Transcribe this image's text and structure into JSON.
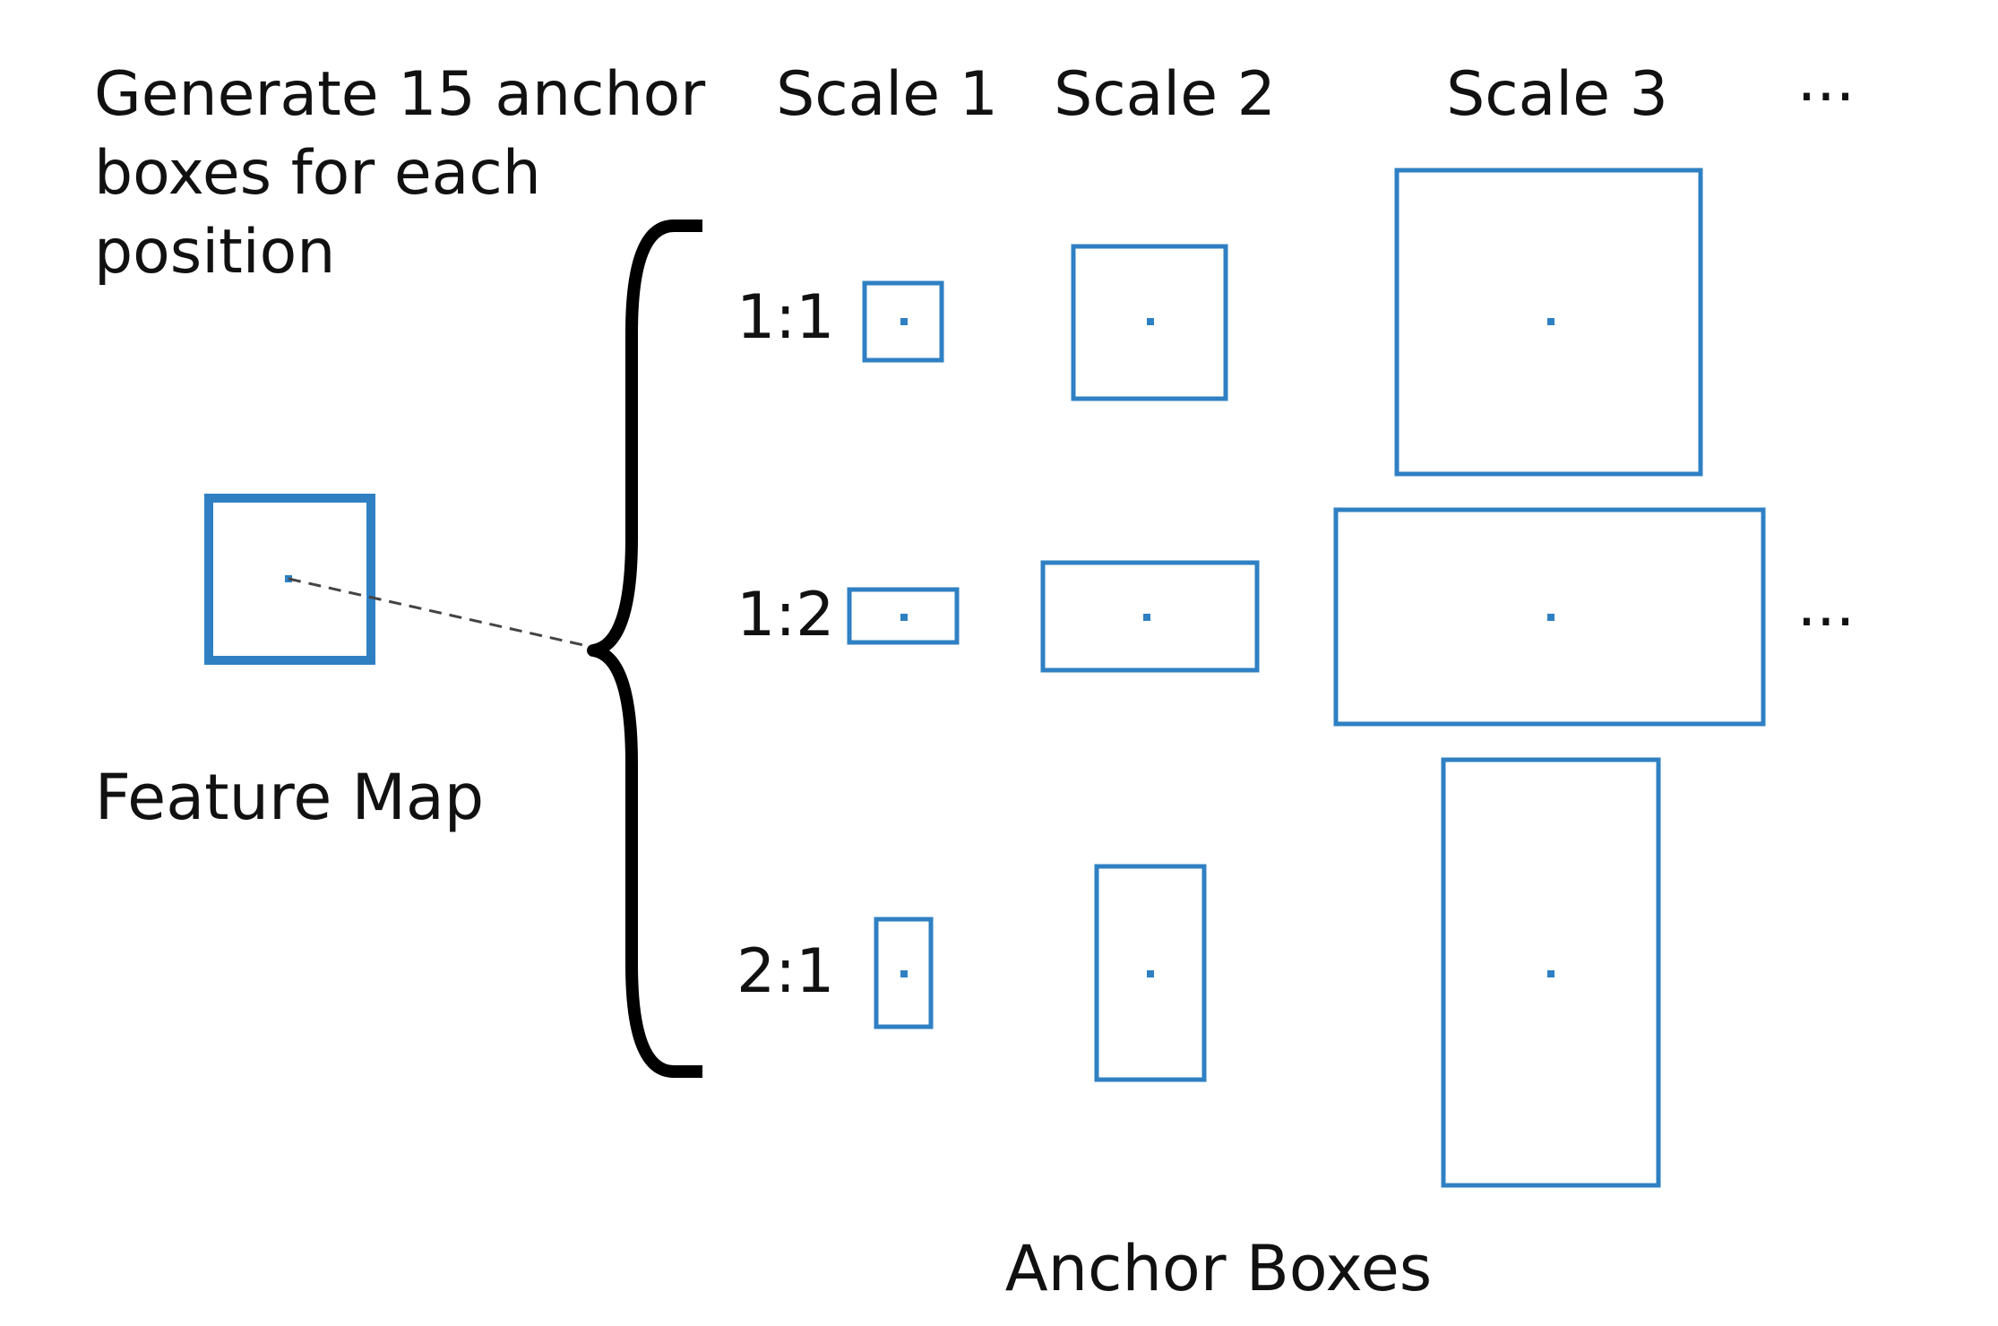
{
  "intro": {
    "line1": "Generate 15 anchor",
    "line2": "boxes for each",
    "line3": "position"
  },
  "scales": [
    "Scale 1",
    "Scale 2",
    "Scale 3"
  ],
  "ellipsis": "...",
  "ratios": [
    "1:1",
    "1:2",
    "2:1"
  ],
  "feature_map_label": "Feature Map",
  "anchor_boxes_label": "Anchor Boxes",
  "colors": {
    "anchor": "#2f80c3",
    "brace": "#000000",
    "text": "#111111"
  }
}
